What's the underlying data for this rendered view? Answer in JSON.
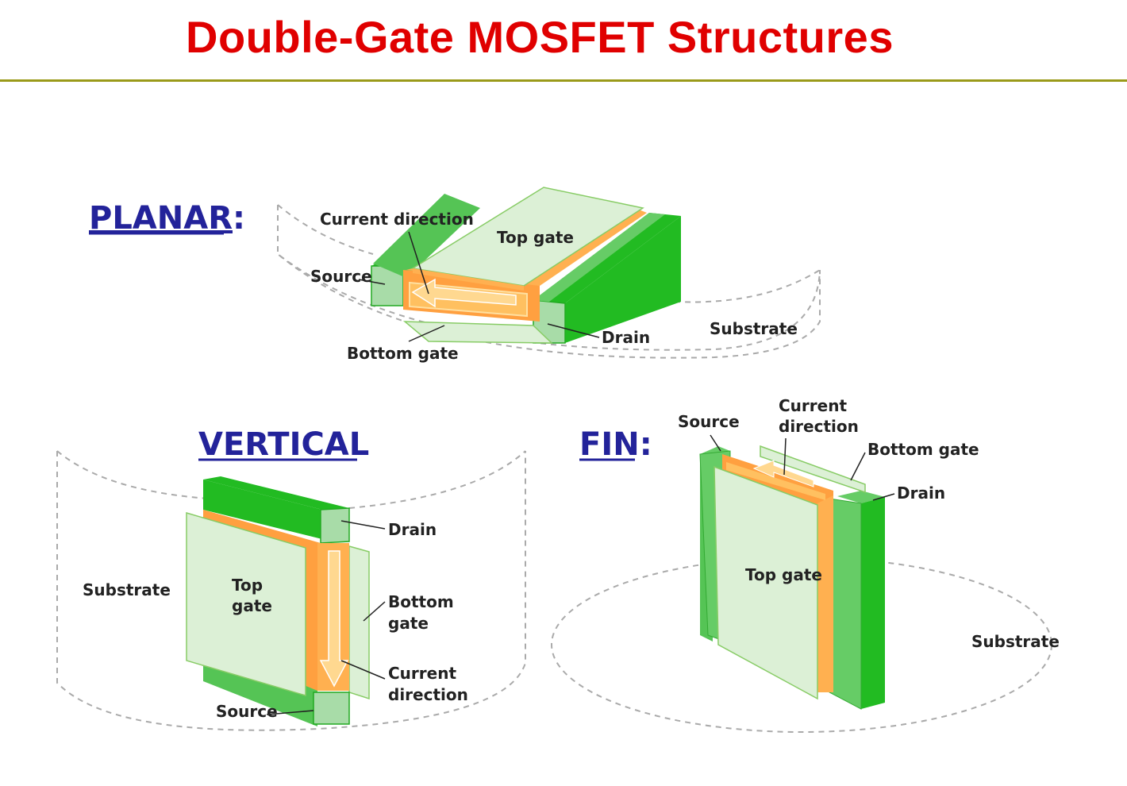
{
  "title": "Double-Gate MOSFET Structures",
  "planar": {
    "heading": "PLANAR",
    "colon": ":",
    "labels": {
      "current_direction": "Current direction",
      "top_gate": "Top gate",
      "source": "Source",
      "drain": "Drain",
      "substrate": "Substrate",
      "bottom_gate": "Bottom gate"
    }
  },
  "vertical": {
    "heading": "VERTICAL",
    "labels": {
      "substrate": "Substrate",
      "top_gate_1": "Top",
      "top_gate_2": "gate",
      "drain": "Drain",
      "bottom_gate_1": "Bottom",
      "bottom_gate_2": "gate",
      "current_direction_1": "Current",
      "current_direction_2": "direction",
      "source": "Source"
    }
  },
  "fin": {
    "heading": "FIN",
    "colon": ":",
    "labels": {
      "source": "Source",
      "current_direction_1": "Current",
      "current_direction_2": "direction",
      "bottom_gate": "Bottom gate",
      "drain": "Drain",
      "top_gate": "Top gate",
      "substrate": "Substrate"
    }
  },
  "colors": {
    "title": "#e00000",
    "heading": "#23239a",
    "green_dark": "#22bb22",
    "green_mid": "#66cc66",
    "green_light": "#a8dca8",
    "gate_fill": "#dcf0d6",
    "orange": "#ffb050",
    "orange_dark": "#ff9933"
  }
}
